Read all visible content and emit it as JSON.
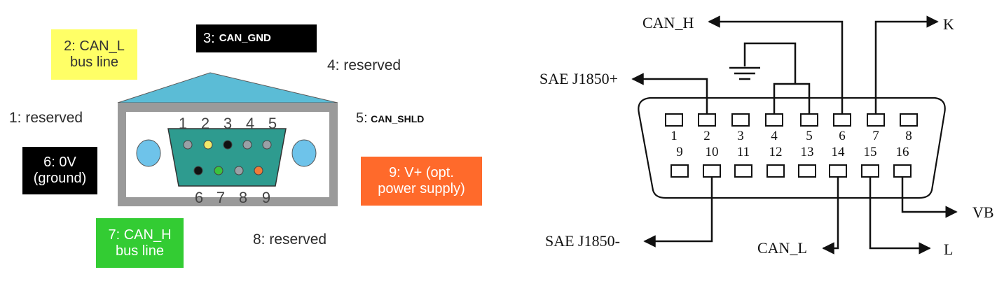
{
  "db9": {
    "colors": {
      "housing": "#9a9a9a",
      "trapezoid": "#5bbcd6",
      "connector": "#2e9b8f",
      "screw": "#6ec3ea",
      "pin_gray": "#9aa0a6",
      "pin_yellow": "#f3e96a",
      "pin_black": "#111111",
      "pin_green": "#3cc23c",
      "pin_orange": "#f07b39"
    },
    "top_numbers": [
      "1",
      "2",
      "3",
      "4",
      "5"
    ],
    "bottom_numbers": [
      "6",
      "7",
      "8",
      "9"
    ],
    "labels": {
      "pin1": "1: reserved",
      "pin2_line1": "2: CAN_L",
      "pin2_line2": "bus line",
      "pin3_num": "3:",
      "pin3_name": "CAN_GND",
      "pin4": "4: reserved",
      "pin5_num": "5:",
      "pin5_name": "CAN_SHLD",
      "pin6_line1": "6: 0V",
      "pin6_line2": "(ground)",
      "pin7_line1": "7: CAN_H",
      "pin7_line2": "bus line",
      "pin8": "8: reserved",
      "pin9_line1": "9: V+ (opt.",
      "pin9_line2": "power supply)"
    },
    "box_colors": {
      "pin2": "#ffff66",
      "pin3": "#000000",
      "pin6": "#000000",
      "pin7": "#33cc33",
      "pin9": "#ff6a2b"
    }
  },
  "obd": {
    "top_numbers": [
      "1",
      "2",
      "3",
      "4",
      "5",
      "6",
      "7",
      "8"
    ],
    "bottom_numbers": [
      "9",
      "10",
      "11",
      "12",
      "13",
      "14",
      "15",
      "16"
    ],
    "signals": {
      "can_h": "CAN_H",
      "k": "K",
      "sae_plus": "SAE J1850+",
      "sae_minus": "SAE J1850-",
      "can_l": "CAN_L",
      "l": "L",
      "vb": "VB"
    }
  }
}
